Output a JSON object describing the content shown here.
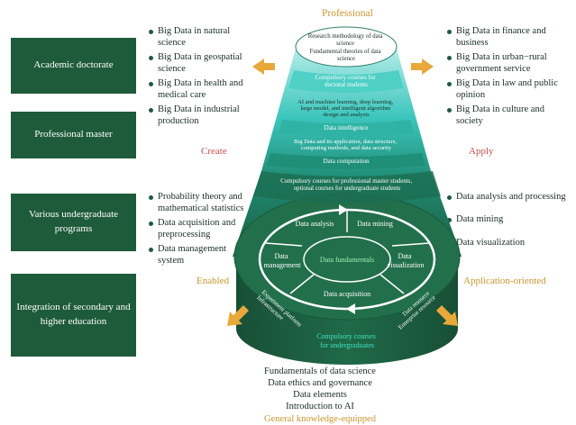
{
  "colors": {
    "dark_green": "#1e5b3b",
    "mid_green": "#1f7a5a",
    "teal": "#2fb8b0",
    "light_teal": "#bfeeea",
    "accent_orange": "#e8a93a",
    "create_red": "#c0504d",
    "label_gold": "#c8962e"
  },
  "levels": [
    {
      "label": "Academic doctorate"
    },
    {
      "label": "Professional master"
    },
    {
      "label": "Various undergraduate programs"
    },
    {
      "label": "Integration of secondary and higher education"
    }
  ],
  "top_label": "Professional",
  "left_doctorate_items": [
    "Big Data in natural science",
    "Big Data in geospatial science",
    "Big Data in health and medical care",
    "Big Data in industrial production"
  ],
  "right_doctorate_items": [
    "Big Data in finance and business",
    "Big Data in urban−rural government service",
    "Big Data in law and public opinion",
    "Big Data in culture and society"
  ],
  "create_label": "Create",
  "apply_label": "Apply",
  "left_undergrad_items": [
    "Probability theory and mathematical statistics",
    "Data acquisition and preprocessing",
    "Data management system"
  ],
  "right_undergrad_items": [
    "Data analysis and processing",
    "Data mining",
    "Data visualization"
  ],
  "enabled_label": "Enabled",
  "application_label": "Application-oriented",
  "cone": {
    "top_lines": [
      "Research methodology of data",
      "science",
      "Fundamental theories of data",
      "science"
    ],
    "doctoral_courses": [
      "Compulsory courses for",
      "doctoral students"
    ],
    "ai_lines": [
      "AI and machine learning, deep learning,",
      "large model, and intelligent algorithm",
      "design and analysis"
    ],
    "intelligence": "Data intelligence",
    "bigdata_lines": [
      "Big Data and its application, data structure,",
      "computing methods, and data security"
    ],
    "computation": "Data computation",
    "master_courses": [
      "Compulsory courses for professional master students,",
      "optional courses for undergraduate students"
    ]
  },
  "cylinder": {
    "analysis": "Data analysis",
    "mining": "Data mining",
    "management": [
      "Data",
      "management"
    ],
    "fundamentals": "Data fundamentals",
    "visualization": [
      "Data",
      "visualization"
    ],
    "acquisition": "Data acquisition",
    "left_side": [
      "Experiment platform",
      "Infrastructure"
    ],
    "right_side": [
      "Data resource",
      "Enterprise resource"
    ],
    "undergrad_courses": [
      "Compulsory courses",
      "for undergraduates"
    ]
  },
  "bottom_items": [
    "Fundamentals of data science",
    "Data ethics and governance",
    "Data elements",
    "Introduction to AI"
  ],
  "bottom_label": "General knowledge-equipped"
}
